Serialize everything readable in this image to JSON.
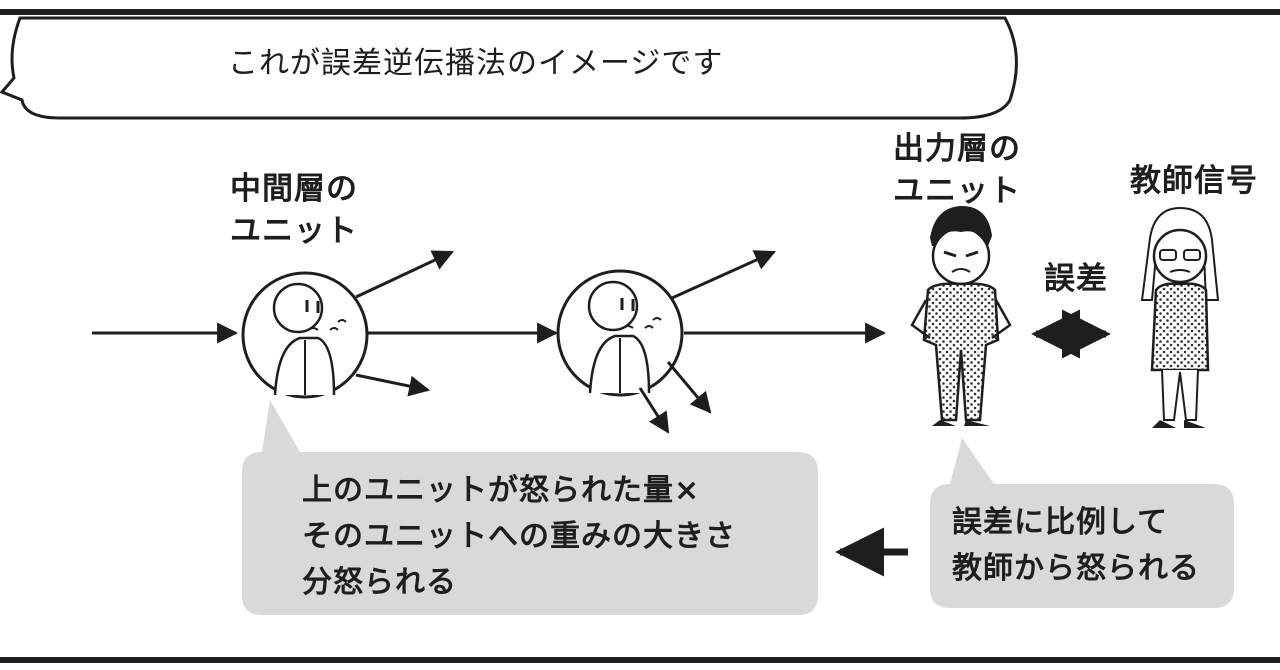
{
  "speech_bubble": {
    "text": "これが誤差逆伝播法のイメージです"
  },
  "labels": {
    "hidden_unit": [
      "中間層の",
      "ユニット"
    ],
    "output_unit": [
      "出力層の",
      "ユニット"
    ],
    "teacher_signal": "教師信号",
    "error": "誤差"
  },
  "notes": {
    "hidden": [
      "上のユニットが怒られた量×",
      "そのユニットへの重みの大きさ",
      "分怒られる"
    ],
    "output": [
      "誤差に比例して",
      "教師から怒られる"
    ]
  },
  "colors": {
    "ink": "#1e1e1e",
    "note_fill": "#d9d9d9",
    "background": "#ffffff"
  }
}
